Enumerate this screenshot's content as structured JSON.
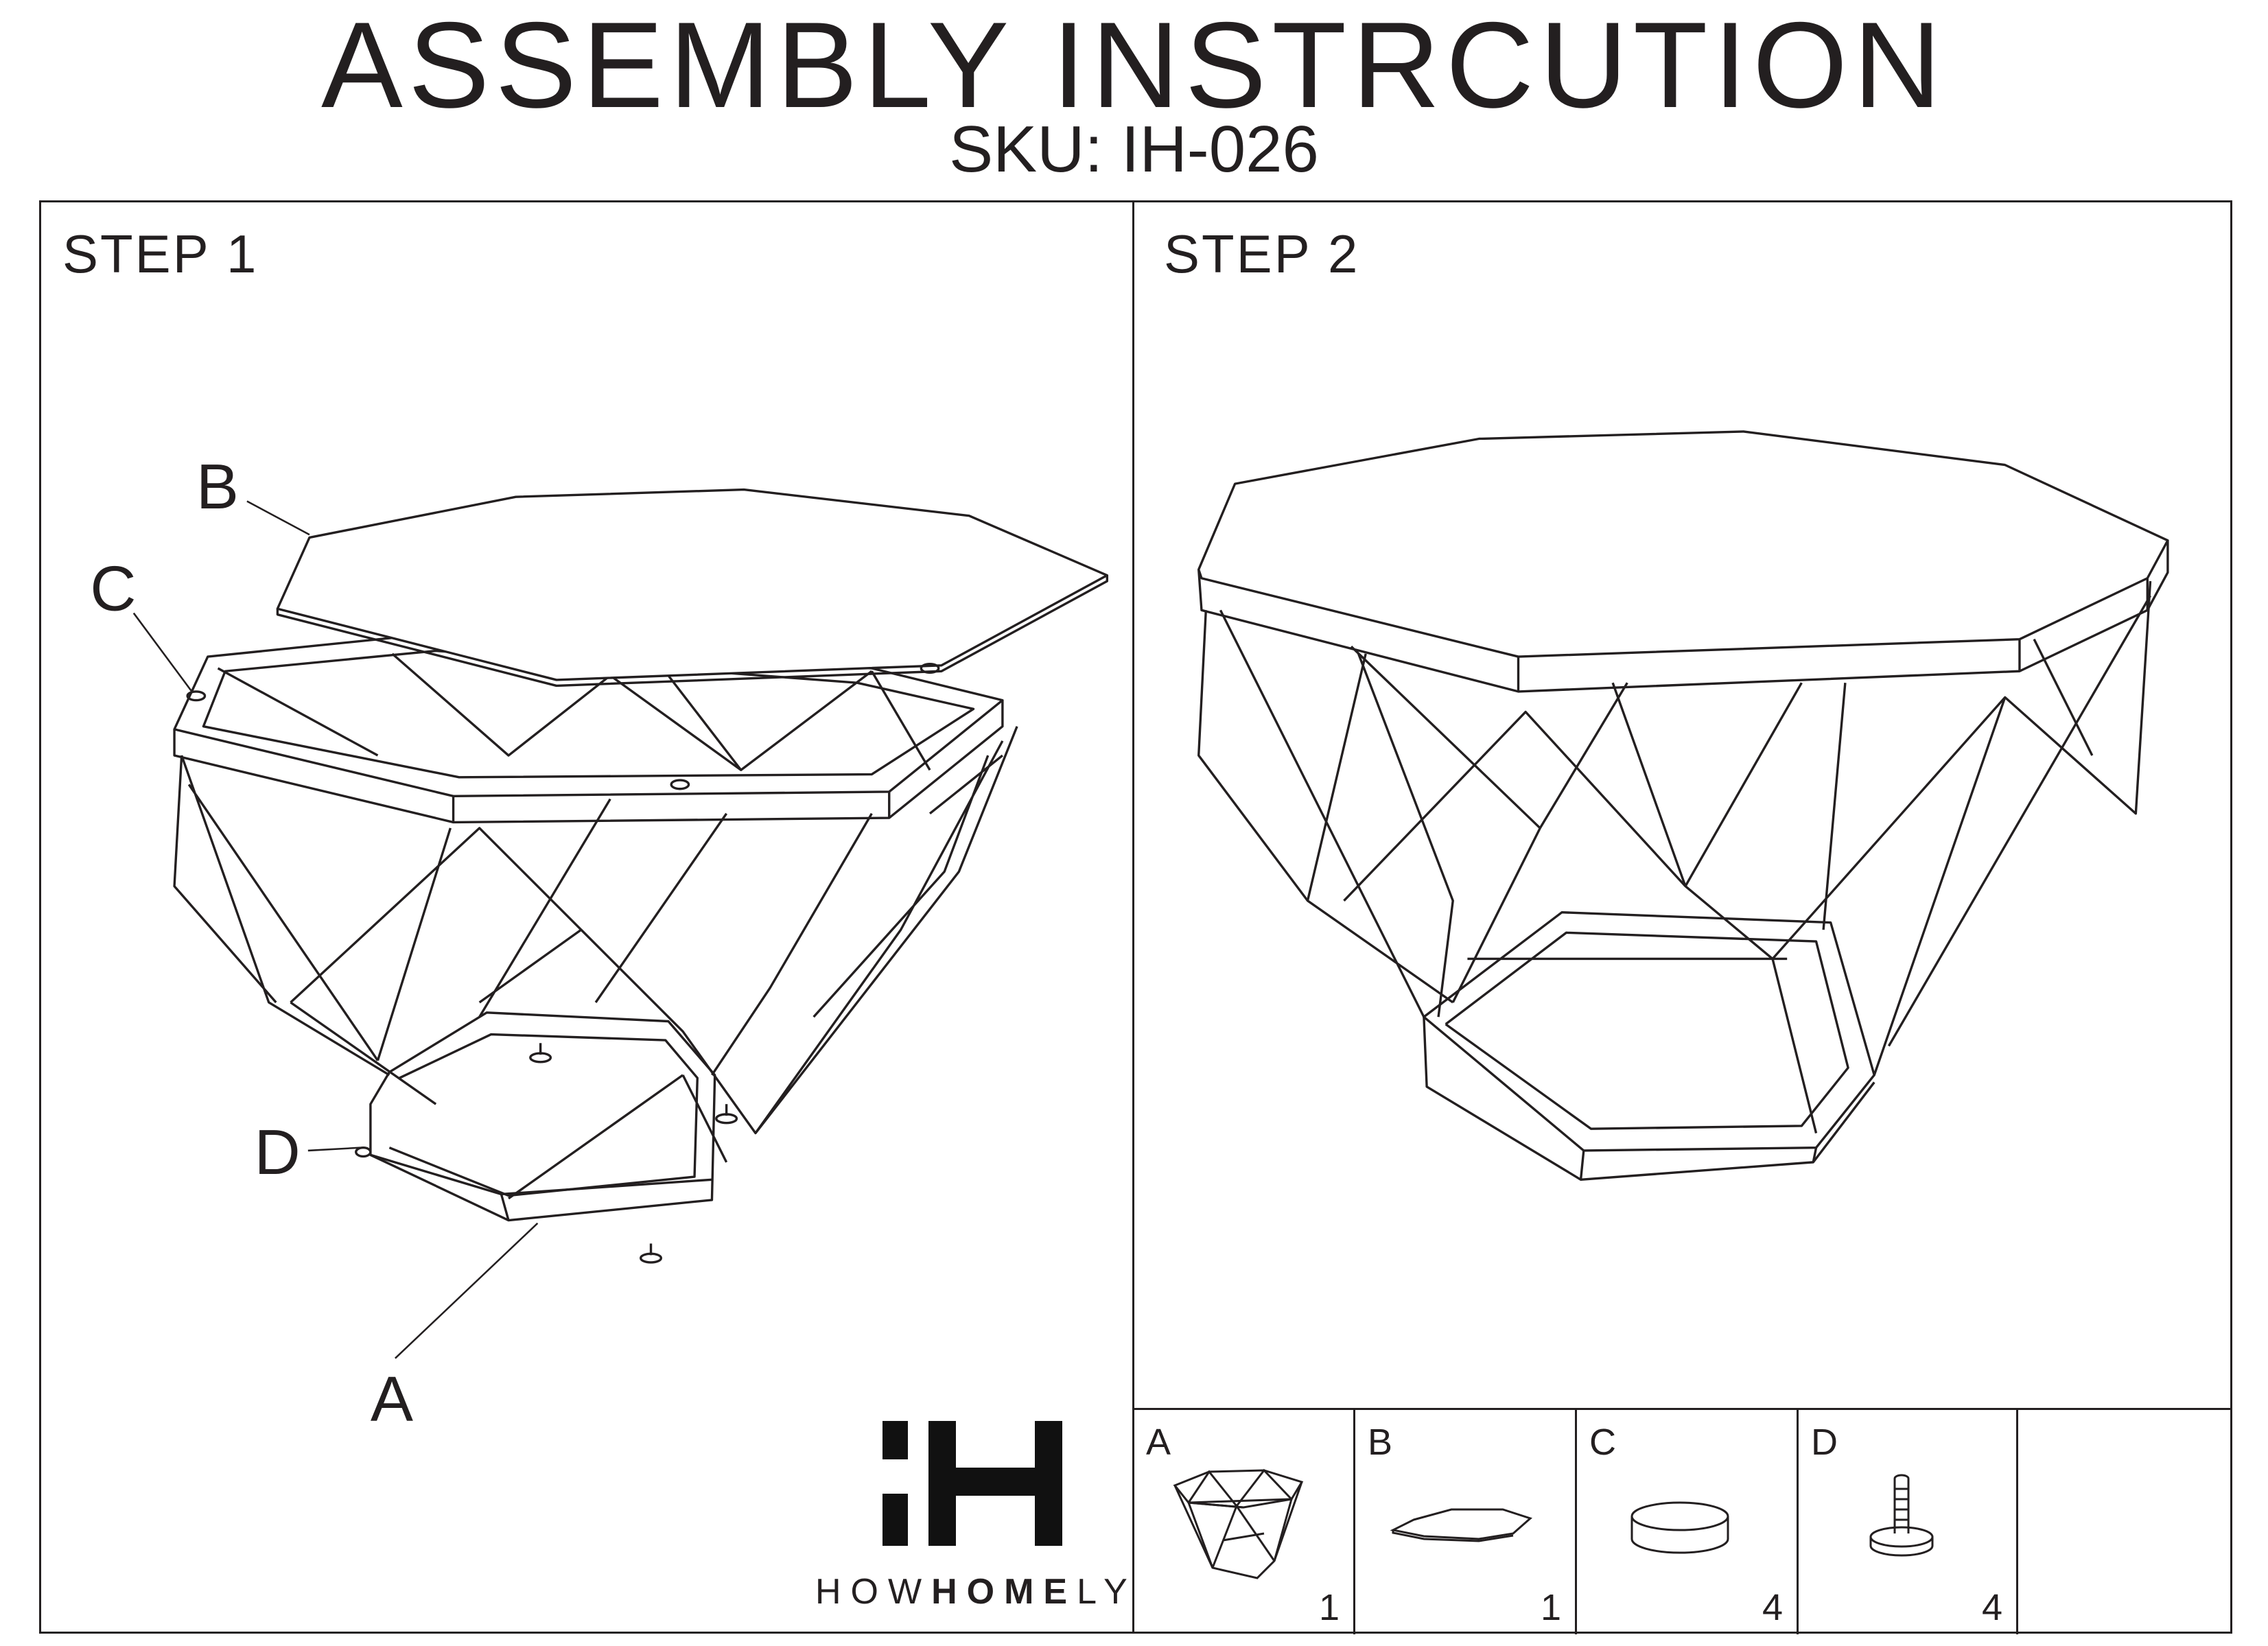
{
  "header": {
    "title": "ASSEMBLY INSTRCUTION",
    "sku": "SKU: IH-026"
  },
  "steps": [
    {
      "label": "STEP 1",
      "callouts": {
        "A": "A",
        "B": "B",
        "C": "C",
        "D": "D"
      }
    },
    {
      "label": "STEP 2"
    }
  ],
  "parts": [
    {
      "id": "A",
      "qty": "1",
      "icon": "table-frame-icon"
    },
    {
      "id": "B",
      "qty": "1",
      "icon": "glass-top-icon"
    },
    {
      "id": "C",
      "qty": "4",
      "icon": "rubber-pad-icon"
    },
    {
      "id": "D",
      "qty": "4",
      "icon": "leveling-foot-icon"
    }
  ],
  "brand": {
    "logo_text": "IH",
    "name_light_1": "HOW",
    "name_bold": "HOME",
    "name_light_2": "LY"
  }
}
